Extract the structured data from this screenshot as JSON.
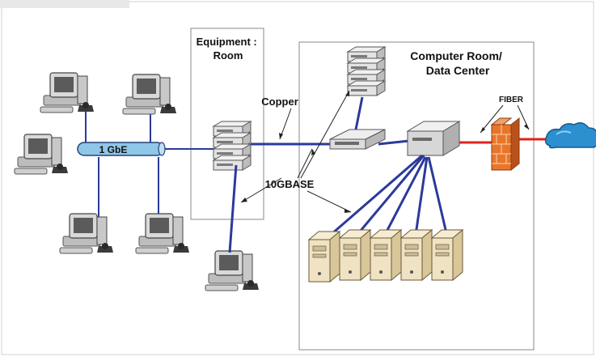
{
  "diagram": {
    "equipment_room_label": [
      "Equipment :",
      "Room"
    ],
    "computer_room_label": [
      "Computer Room/",
      "Data Center"
    ],
    "copper_label": "Copper",
    "fiber_label": "FIBER",
    "backbone_label": "1 GbE",
    "tenG_label": "10GBASE"
  },
  "colors": {
    "link_blue": "#2b3a9a",
    "fiber_red": "#e02020",
    "tube_blue": "#8fc7e6",
    "cloud_blue": "#2b8fd0",
    "firewall_orange": "#e8762a",
    "server_beige": "#efe3c3"
  },
  "icons": [
    "workstation-icon",
    "switch-icon",
    "server-rack-icon",
    "router-icon",
    "firewall-icon",
    "cloud-icon",
    "tower-server-icon"
  ]
}
